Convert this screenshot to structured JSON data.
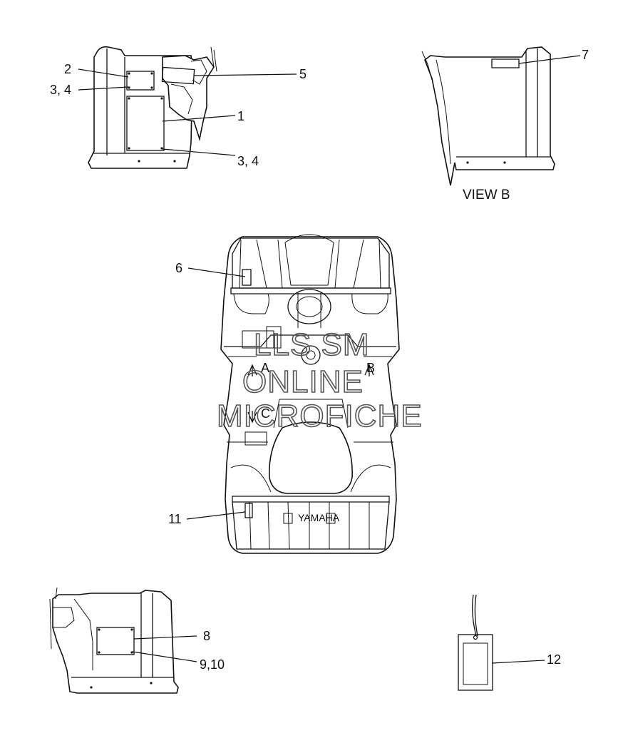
{
  "callouts": {
    "c1": "1",
    "c2": "2",
    "c34_top": "3, 4",
    "c5": "5",
    "c34_bottom": "3, 4",
    "c7": "7",
    "c6": "6",
    "c11": "11",
    "c8": "8",
    "c910": "9,10",
    "c12": "12"
  },
  "view_labels": {
    "view_b": "VIEW B",
    "arrow_a": "A",
    "arrow_b": "B",
    "arrow_c": "C"
  },
  "brand_text": "YAMAHA",
  "watermark": {
    "line1": "LLS SM",
    "line2": "ONLINE",
    "line3": "MICROFICHE"
  }
}
